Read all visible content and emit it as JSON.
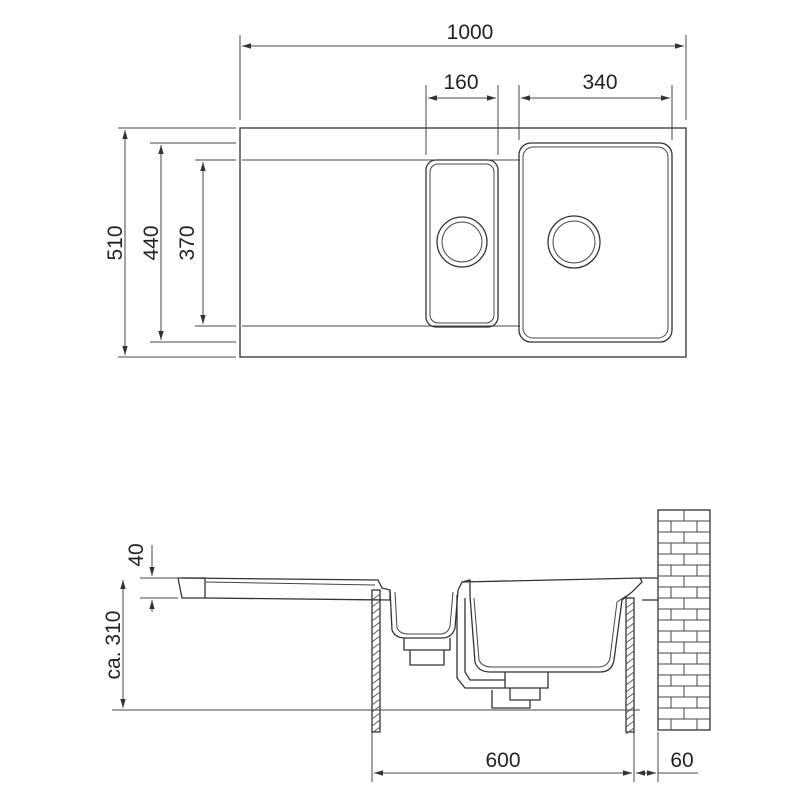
{
  "plan_dimensions": {
    "overall_width": "1000",
    "small_bowl_width": "160",
    "large_bowl_width": "340",
    "overall_depth": "510",
    "inner_depth": "440",
    "bowl_depth": "370"
  },
  "section_dimensions": {
    "rim_height": "40",
    "installation_depth": "ca. 310",
    "cabinet_width": "600",
    "wall_gap": "60"
  },
  "colors": {
    "line": "#333333",
    "background": "#ffffff"
  }
}
